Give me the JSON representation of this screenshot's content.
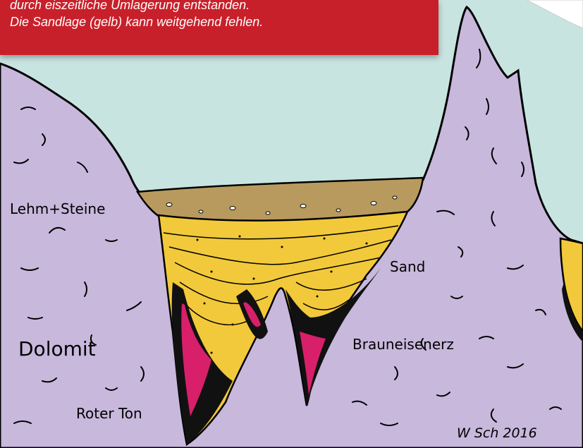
{
  "banner": {
    "line1": "durch eiszeitliche Umlagerung entstanden.",
    "line2": "Die Sandlage (gelb) kann weitgehend fehlen."
  },
  "labels": {
    "lehm": "Lehm+Steine",
    "sand": "Sand",
    "dolomit": "Dolomit",
    "brauneisenerz": "Brauneisenerz",
    "roter_ton": "Roter Ton",
    "signature": "W Sch 2016"
  },
  "colors": {
    "sky": "#c8e4e0",
    "dolomite": "#c8b8dc",
    "loam": "#b89a5e",
    "sand": "#f2c93a",
    "ore": "#111111",
    "red_clay": "#d8206a",
    "banner": "#c8202a"
  }
}
